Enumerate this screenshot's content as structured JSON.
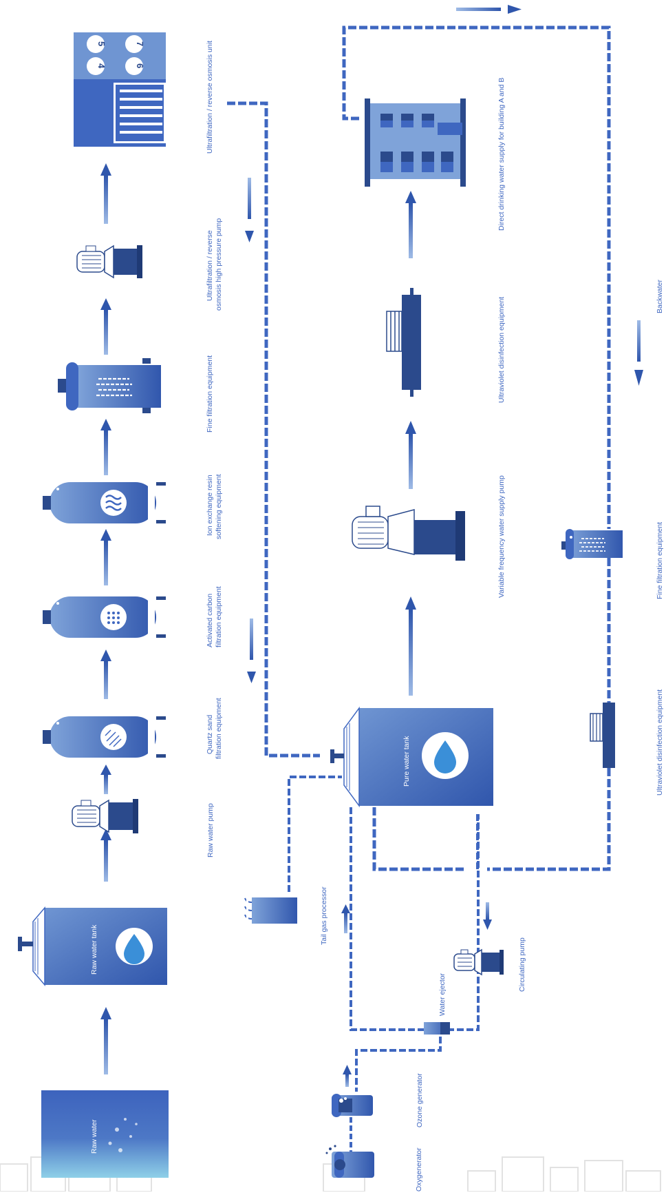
{
  "labels": {
    "raw_water": "Raw water",
    "raw_water_tank": "Raw water tank",
    "raw_water_pump": "Raw water pump",
    "quartz_sand_1": "Quartz sand",
    "quartz_sand_2": "filtration equipment",
    "activated_carbon_1": "Activated carbon",
    "activated_carbon_2": "filtration equipment",
    "ion_exchange_1": "Ion exchange resin",
    "ion_exchange_2": "softening equipment",
    "fine_filtration": "Fine filtration equipment",
    "hp_pump_1": "Ultrafiltration / reverse",
    "hp_pump_2": "osmosis high pressure pump",
    "uf_ro_unit": "Ultrafiltration / reverse osmosis unit",
    "pure_water_tank": "Pure water tank",
    "tail_gas_processor": "Tail gas processor",
    "circulating_pump": "Circulating pump",
    "water_ejector": "Water ejector",
    "ozone_generator": "Ozone generator",
    "oxygenerator": "Oxygenerator",
    "vf_pump": "Variable frequency water supply pump",
    "uv_disinfection": "Ultraviolet disinfection equipment",
    "direct_drinking": "Direct drinking water supply for building A and B",
    "backwater": "Backwater",
    "fine_filtration_return": "Fine filtration equipment",
    "uv_disinfection_return": "Ultraviolet disinfection equipment"
  },
  "panel_numbers": [
    "4",
    "5",
    "6",
    "7"
  ],
  "colors": {
    "primary": "#3f67c0",
    "dark": "#2b4a8c",
    "light": "#7fa3d9",
    "deep": "#1f3a75"
  }
}
